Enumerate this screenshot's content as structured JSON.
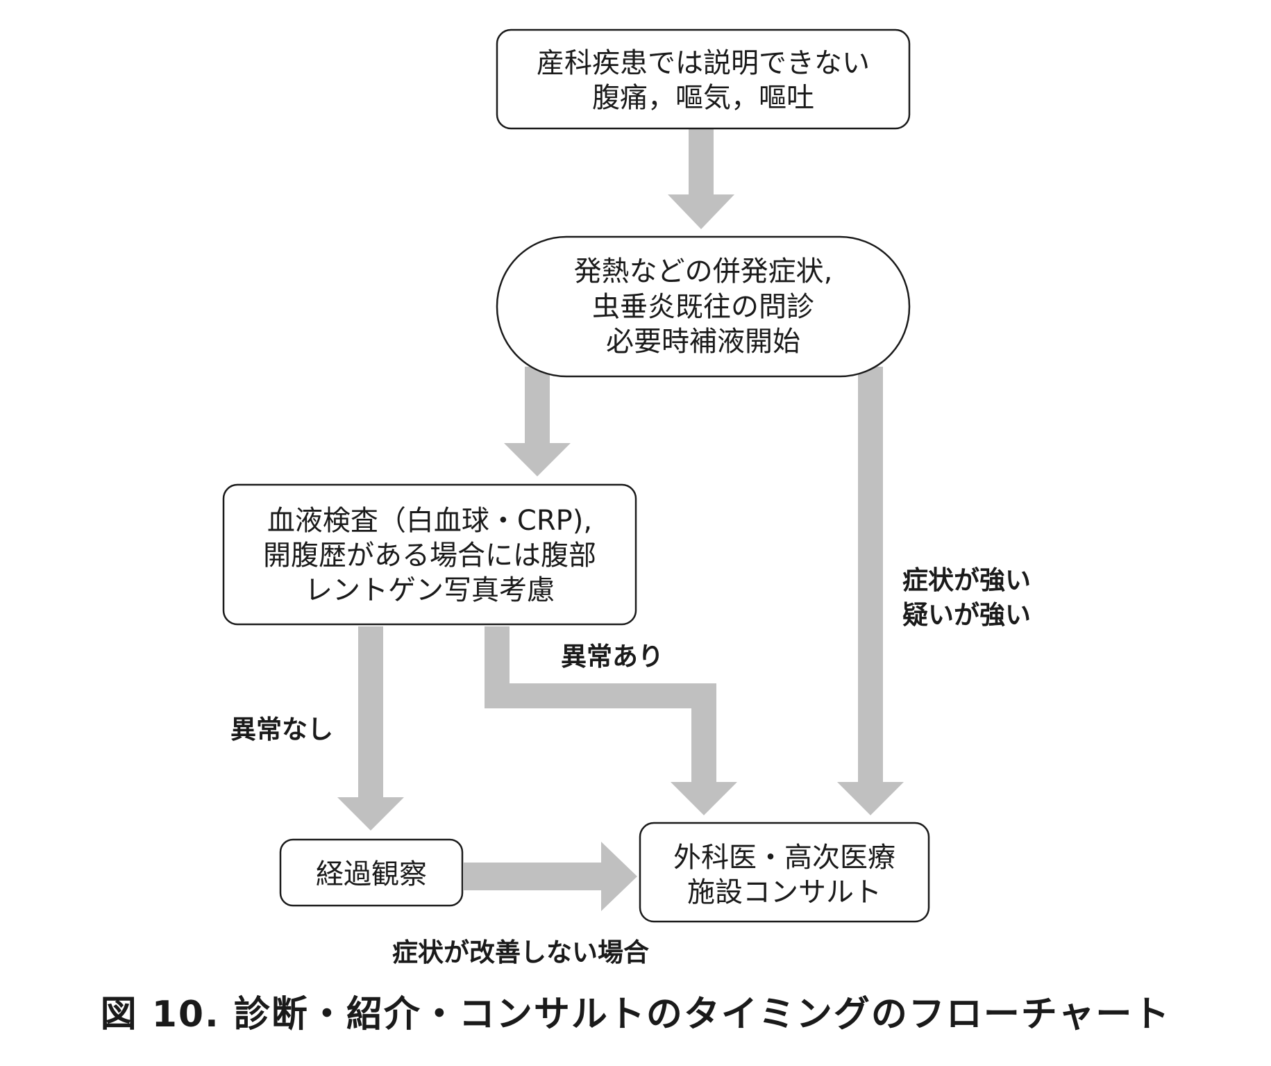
{
  "nodes": {
    "symptoms": [
      "産科疾患では説明できない",
      "腹痛，嘔気，嘔吐"
    ],
    "history": [
      "発熱などの併発症状,",
      "虫垂炎既往の問診",
      "必要時補液開始"
    ],
    "blood_test": [
      "血液検査（白血球・CRP),",
      "開腹歴がある場合には腹部",
      "レントゲン写真考慮"
    ],
    "observation": [
      "経過観察"
    ],
    "consult": [
      "外科医・高次医療",
      "施設コンサルト"
    ]
  },
  "edge_labels": {
    "abnormal": "異常あり",
    "normal": "異常なし",
    "strong": [
      "症状が強い",
      "疑いが強い"
    ],
    "not_improving": "症状が改善しない場合"
  },
  "caption": "図 10.  診断・紹介・コンサルトのタイミングのフローチャート",
  "colors": {
    "arrow": "#c0c0c0",
    "box_stroke": "#1a1a1a",
    "text": "#1a1a1a"
  }
}
